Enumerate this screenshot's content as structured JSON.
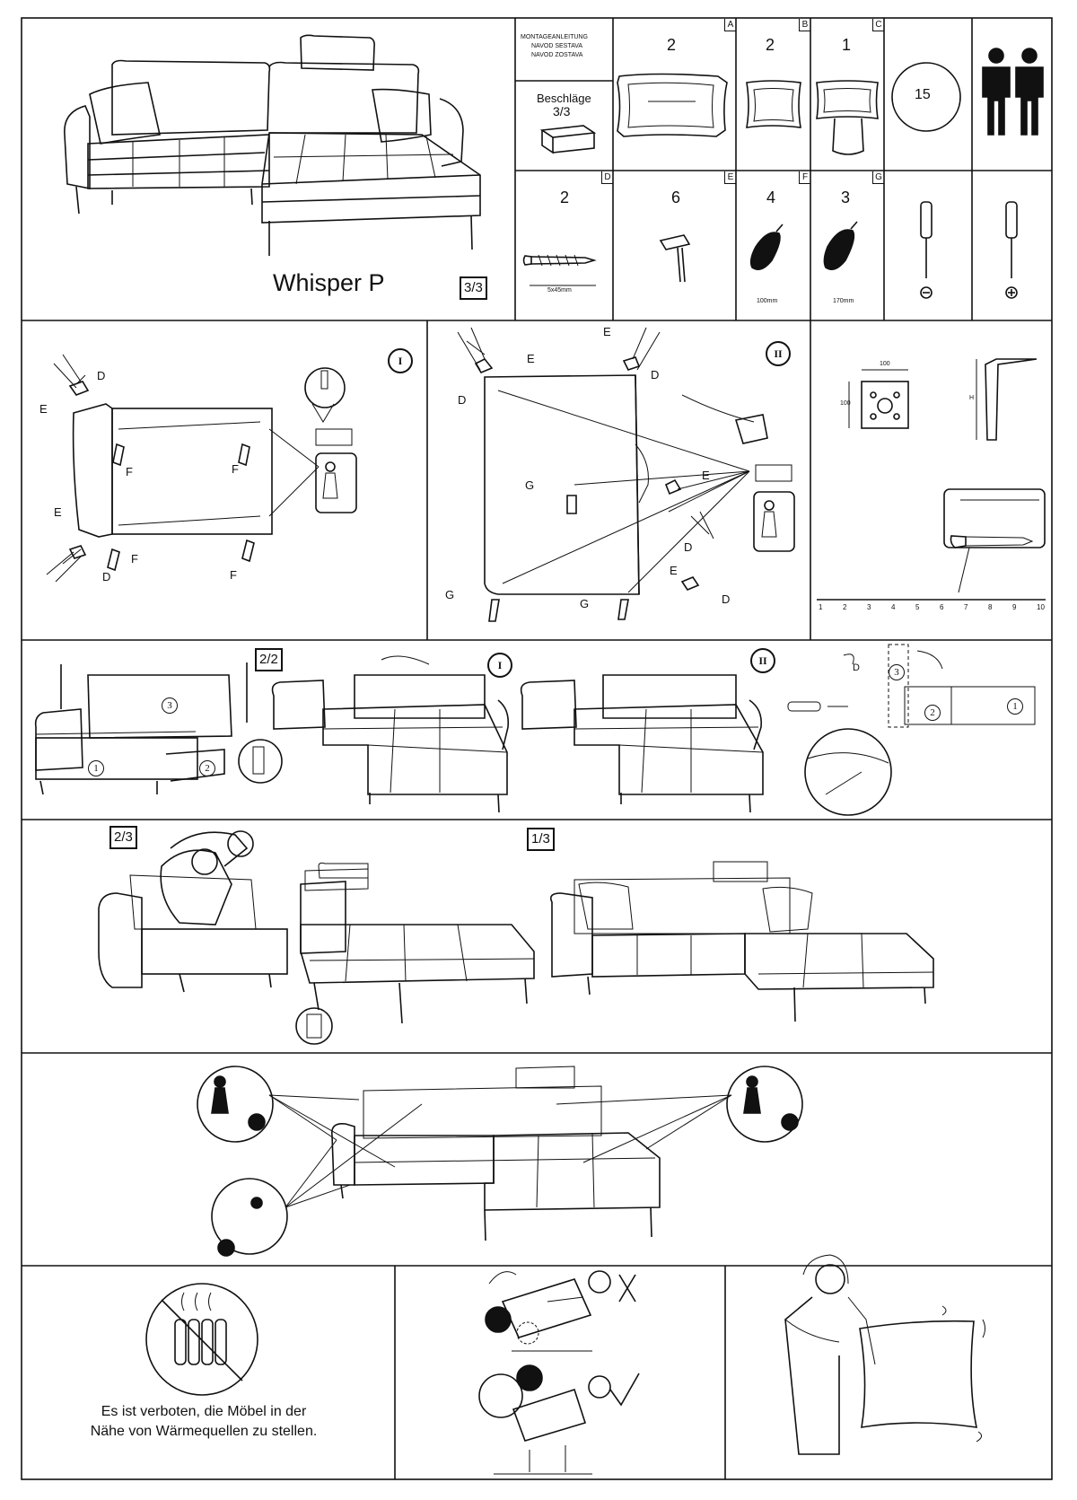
{
  "product": {
    "name": "Whisper P",
    "package_badge": "3/3"
  },
  "fittings": {
    "header_lines": [
      "MONTAGEANLEITUNG",
      "NAVOD SESTAVA",
      "NAVOD ZOSTAVA"
    ],
    "title": "Beschläge",
    "fraction": "3/3"
  },
  "parts": [
    {
      "letter": "A",
      "qty": "2",
      "icon": "large-pillow-icon"
    },
    {
      "letter": "B",
      "qty": "2",
      "icon": "small-pillow-icon"
    },
    {
      "letter": "C",
      "qty": "1",
      "icon": "headrest-pillow-icon"
    },
    {
      "letter": "D",
      "qty": "2",
      "icon": "screw-icon",
      "note": "5x45mm"
    },
    {
      "letter": "E",
      "qty": "6",
      "icon": "leg-bracket-icon"
    },
    {
      "letter": "F",
      "qty": "4",
      "icon": "leg-short-icon",
      "note": "100mm"
    },
    {
      "letter": "G",
      "qty": "3",
      "icon": "leg-long-icon",
      "note": "170mm"
    }
  ],
  "time_minutes": "15",
  "tools": [
    "flathead-screwdriver-icon",
    "phillips-screwdriver-icon"
  ],
  "steps": {
    "step1_marker": "I",
    "step2_marker": "II",
    "step2_2_badge": "2/2",
    "step3_i_marker": "I",
    "step3_ii_marker": "II",
    "step4_badge_left": "2/3",
    "step4_badge_right": "1/3"
  },
  "callout_labels": {
    "D": "D",
    "E": "E",
    "F": "F",
    "G": "G"
  },
  "module_numbers": [
    "1",
    "2",
    "3"
  ],
  "ruler_ticks": [
    "1",
    "2",
    "3",
    "4",
    "5",
    "6",
    "7",
    "8",
    "9",
    "10"
  ],
  "dimension_labels": {
    "plate_w": "100",
    "plate_h": "100",
    "leg_h": "H"
  },
  "heat_warning": "Es ist verboten, die Möbel in der Nähe von Wärmequellen zu stellen.",
  "colors": {
    "line": "#111111",
    "background": "#ffffff"
  }
}
